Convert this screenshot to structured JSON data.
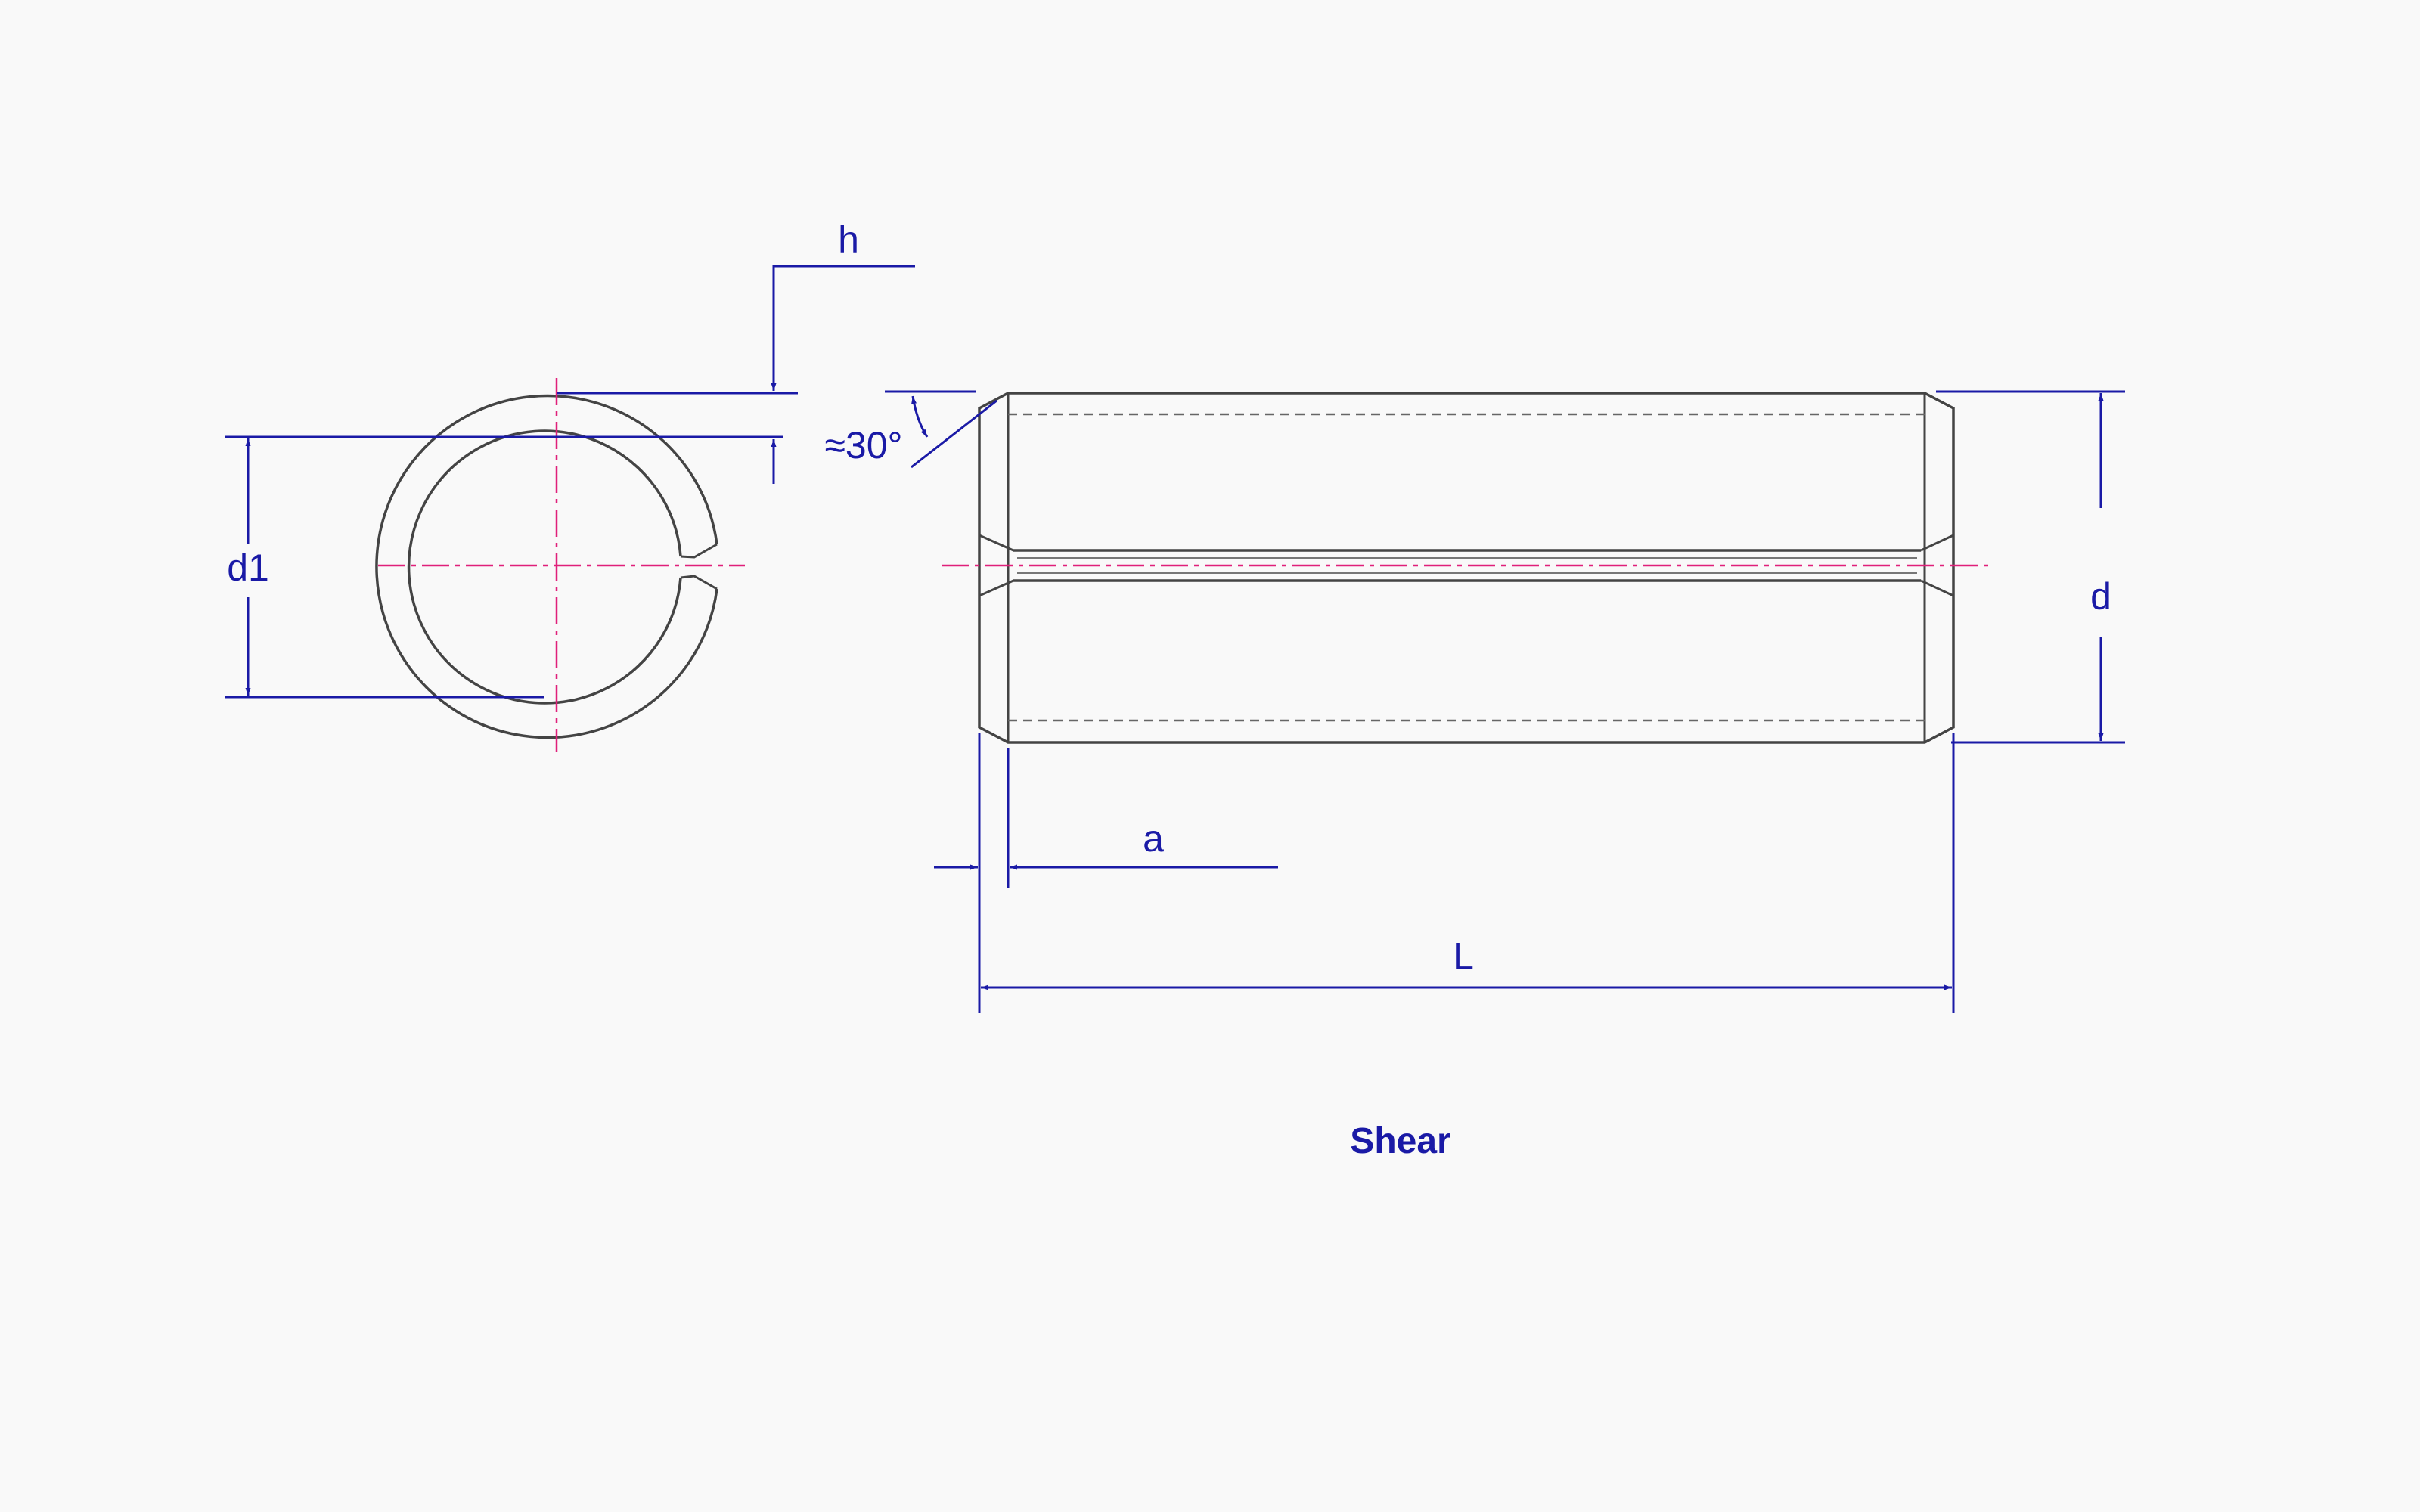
{
  "labels": {
    "h": "h",
    "d1": "d1",
    "angle": "≈30°",
    "d": "d",
    "a": "a",
    "L": "L"
  },
  "caption": "Shear",
  "colors": {
    "background": "#f9f9f9",
    "outline": "#444444",
    "dimension": "#1a1aa6",
    "centerline": "#e0207a"
  }
}
